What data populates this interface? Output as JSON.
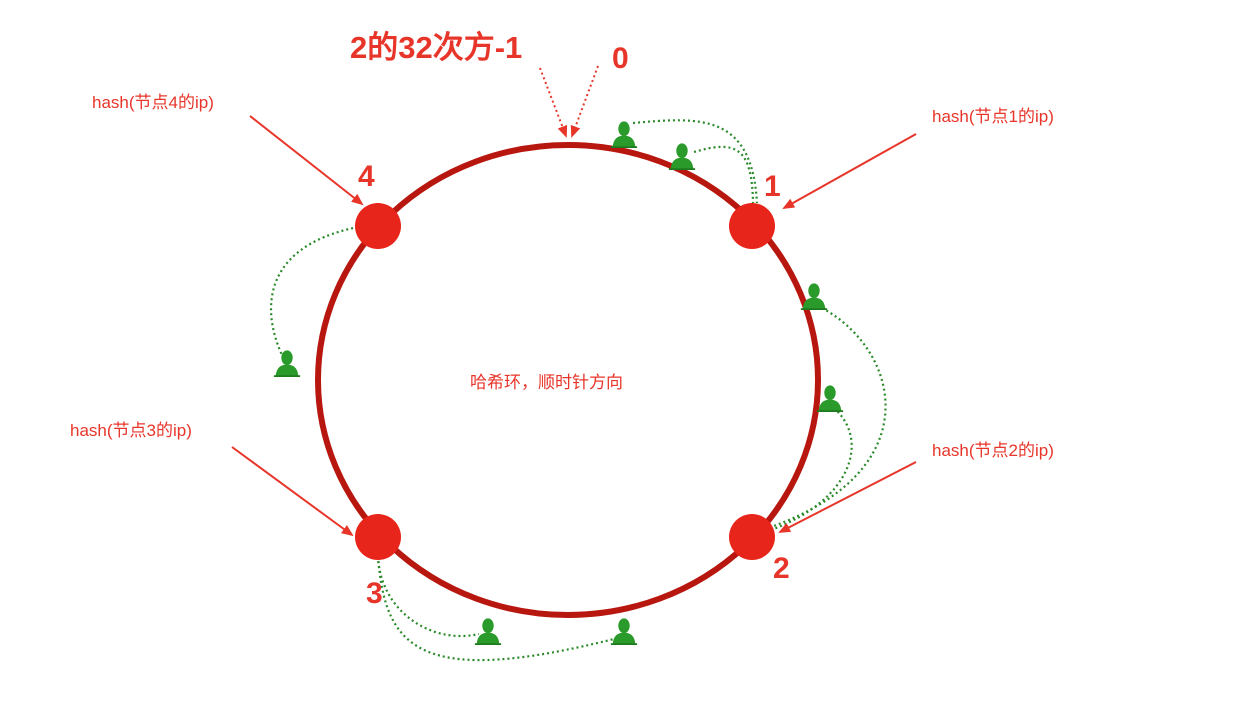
{
  "max_label": "2的32次方-1",
  "zero_label": "0",
  "center_label": "哈希环，顺时针方向",
  "nodes": [
    {
      "id": "1",
      "label": "1",
      "hash_label": "hash(节点1的ip)"
    },
    {
      "id": "2",
      "label": "2",
      "hash_label": "hash(节点2的ip)"
    },
    {
      "id": "3",
      "label": "3",
      "hash_label": "hash(节点3的ip)"
    },
    {
      "id": "4",
      "label": "4",
      "hash_label": "hash(节点4的ip)"
    }
  ],
  "colors": {
    "ring": "#b8170f",
    "node": "#e8251a",
    "label": "#e8352a",
    "user": "#2a9a2a",
    "link": "#2a8a2a"
  },
  "icons": {
    "user": "user-icon"
  }
}
